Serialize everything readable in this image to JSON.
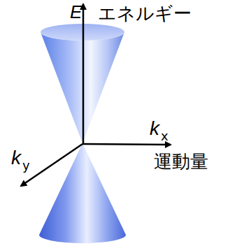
{
  "diagram": {
    "labels": [
      "E",
      "エネルギー",
      "k",
      "x",
      "運動量",
      "k",
      "y"
    ]
  }
}
